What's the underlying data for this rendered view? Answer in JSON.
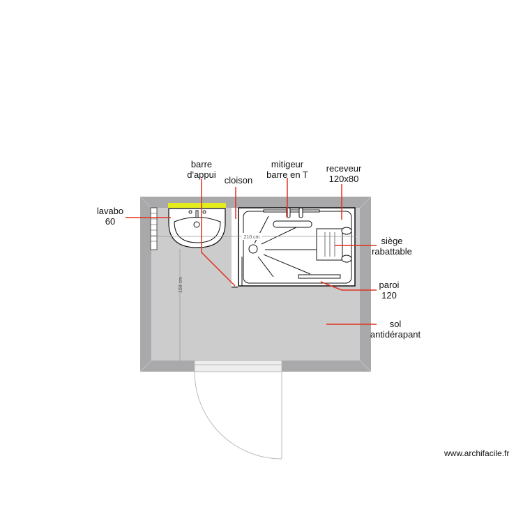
{
  "labels": {
    "lavabo": [
      "lavabo",
      "60"
    ],
    "barre": [
      "barre",
      "d'appui"
    ],
    "cloison": "cloison",
    "mitigeur": [
      "mitigeur",
      "barre en T"
    ],
    "receveur": [
      "receveur",
      "120x80"
    ],
    "siege": [
      "siège",
      "rabattable"
    ],
    "paroi": [
      "paroi",
      "120"
    ],
    "sol": [
      "sol",
      "antidérapant"
    ]
  },
  "dimensions": {
    "width": "210 cm",
    "height": "158 cm"
  },
  "watermark": "www.archifacile.fr",
  "colors": {
    "wall": "#a9a9ab",
    "floor": "#cdcccd",
    "leader": "#e0301e",
    "grab_bar": "#e5ec1c"
  }
}
